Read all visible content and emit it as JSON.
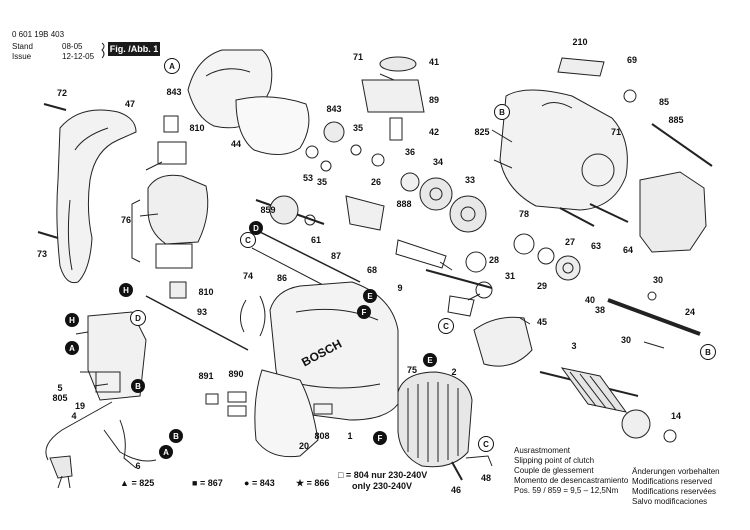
{
  "header": {
    "part_number": "0 601 19B 403",
    "stand_label": "Stand",
    "stand_value": "08-05",
    "issue_label": "Issue",
    "issue_value": "12-12-05",
    "figure_tag": "Fig. /Abb. 1"
  },
  "part_labels": [
    {
      "id": "p72",
      "text": "72"
    },
    {
      "id": "p47",
      "text": "47"
    },
    {
      "id": "p843a",
      "text": "843"
    },
    {
      "id": "p810a",
      "text": "810"
    },
    {
      "id": "p44",
      "text": "44"
    },
    {
      "id": "p843b",
      "text": "843"
    },
    {
      "id": "p71a",
      "text": "71"
    },
    {
      "id": "p41",
      "text": "41"
    },
    {
      "id": "p89",
      "text": "89"
    },
    {
      "id": "p42",
      "text": "42"
    },
    {
      "id": "p35a",
      "text": "35"
    },
    {
      "id": "p36",
      "text": "36"
    },
    {
      "id": "p53",
      "text": "53"
    },
    {
      "id": "p35b",
      "text": "35"
    },
    {
      "id": "p26",
      "text": "26"
    },
    {
      "id": "p34",
      "text": "34"
    },
    {
      "id": "p210",
      "text": "210"
    },
    {
      "id": "p69",
      "text": "69"
    },
    {
      "id": "p825",
      "text": "825"
    },
    {
      "id": "p85",
      "text": "85"
    },
    {
      "id": "p71b",
      "text": "71"
    },
    {
      "id": "p885",
      "text": "885"
    },
    {
      "id": "p76",
      "text": "76"
    },
    {
      "id": "p859",
      "text": "859"
    },
    {
      "id": "p61",
      "text": "61"
    },
    {
      "id": "p888",
      "text": "888"
    },
    {
      "id": "p33",
      "text": "33"
    },
    {
      "id": "p78",
      "text": "78"
    },
    {
      "id": "p27",
      "text": "27"
    },
    {
      "id": "p63",
      "text": "63"
    },
    {
      "id": "p64",
      "text": "64"
    },
    {
      "id": "p73",
      "text": "73"
    },
    {
      "id": "p87",
      "text": "87"
    },
    {
      "id": "p68",
      "text": "68"
    },
    {
      "id": "p28",
      "text": "28"
    },
    {
      "id": "p31",
      "text": "31"
    },
    {
      "id": "p29",
      "text": "29"
    },
    {
      "id": "p40",
      "text": "40"
    },
    {
      "id": "p38",
      "text": "38"
    },
    {
      "id": "p30a",
      "text": "30"
    },
    {
      "id": "p24",
      "text": "24"
    },
    {
      "id": "p74",
      "text": "74"
    },
    {
      "id": "p86",
      "text": "86"
    },
    {
      "id": "p9",
      "text": "9"
    },
    {
      "id": "p810b",
      "text": "810"
    },
    {
      "id": "p93",
      "text": "93"
    },
    {
      "id": "p45",
      "text": "45"
    },
    {
      "id": "p3",
      "text": "3"
    },
    {
      "id": "p30b",
      "text": "30"
    },
    {
      "id": "p5",
      "text": "5"
    },
    {
      "id": "p805",
      "text": "805"
    },
    {
      "id": "p19",
      "text": "19"
    },
    {
      "id": "p4",
      "text": "4"
    },
    {
      "id": "p891",
      "text": "891"
    },
    {
      "id": "p890",
      "text": "890"
    },
    {
      "id": "p75",
      "text": "75"
    },
    {
      "id": "p2",
      "text": "2"
    },
    {
      "id": "p808",
      "text": "808"
    },
    {
      "id": "p1",
      "text": "1"
    },
    {
      "id": "p20",
      "text": "20"
    },
    {
      "id": "p6",
      "text": "6"
    },
    {
      "id": "p14",
      "text": "14"
    },
    {
      "id": "p48",
      "text": "48"
    },
    {
      "id": "p46",
      "text": "46"
    }
  ],
  "ref_markers": [
    {
      "id": "A1",
      "text": "A",
      "style": "w"
    },
    {
      "id": "B1",
      "text": "B",
      "style": "w"
    },
    {
      "id": "C1",
      "text": "C",
      "style": "w"
    },
    {
      "id": "D1",
      "text": "D",
      "style": "b"
    },
    {
      "id": "E1",
      "text": "E",
      "style": "b"
    },
    {
      "id": "F1",
      "text": "F",
      "style": "b"
    },
    {
      "id": "H1",
      "text": "H",
      "style": "b"
    },
    {
      "id": "H2",
      "text": "H",
      "style": "b"
    },
    {
      "id": "D2",
      "text": "D",
      "style": "w"
    },
    {
      "id": "A2",
      "text": "A",
      "style": "b"
    },
    {
      "id": "B2",
      "text": "B",
      "style": "b"
    },
    {
      "id": "C2",
      "text": "C",
      "style": "w"
    },
    {
      "id": "B3",
      "text": "B",
      "style": "w"
    },
    {
      "id": "E2",
      "text": "E",
      "style": "b"
    },
    {
      "id": "F2",
      "text": "F",
      "style": "b"
    },
    {
      "id": "C3",
      "text": "C",
      "style": "w"
    },
    {
      "id": "B4",
      "text": "B",
      "style": "b"
    },
    {
      "id": "A3",
      "text": "A",
      "style": "b"
    }
  ],
  "legend": [
    {
      "symbol": "▲",
      "text": "= 825"
    },
    {
      "symbol": "■",
      "text": "= 867"
    },
    {
      "symbol": "●",
      "text": "= 843"
    },
    {
      "symbol": "★",
      "text": "= 866"
    }
  ],
  "voltage_note": {
    "line1": "□ = 804 nur 230-240V",
    "line2": "only 230-240V"
  },
  "slip_clutch": [
    "Ausrastmoment",
    "Slipping point of clutch",
    "Couple de glessement",
    "Momento de desencastramiento",
    "Pos. 59 / 859 = 9,5 – 12,5Nm"
  ],
  "rights_notice": [
    "Änderungen vorbehalten",
    "Modifications reserved",
    "Modifications reservées",
    "Salvo modificaciones"
  ],
  "brand_mark": "BOSCH"
}
